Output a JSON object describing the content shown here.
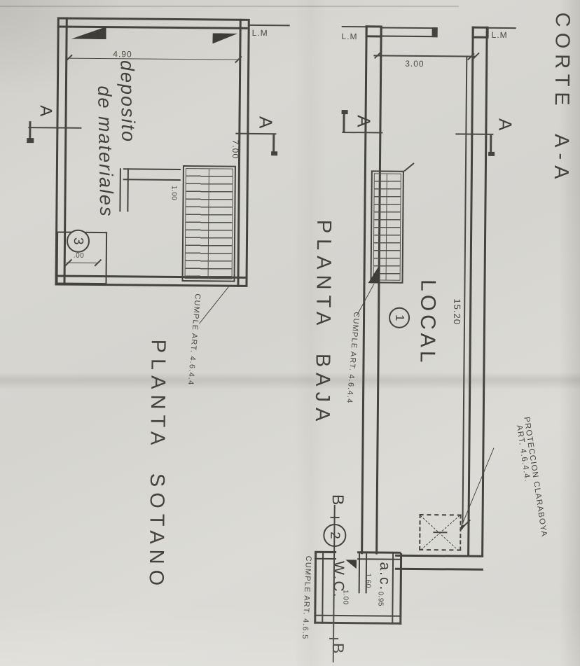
{
  "titles": {
    "corte": "CORTE  A-A",
    "planta_baja": "PLANTA  BAJA",
    "planta_sotano": "PLANTA  SOTANO"
  },
  "rooms": {
    "local": "LOCAL",
    "local_no": "1",
    "deposito_line1": "deposito",
    "deposito_line2": "de materiales",
    "deposito_no": "3",
    "wc": "W.C.",
    "ac": "a.c.",
    "unit_no": "2"
  },
  "markers": {
    "section_a": "A",
    "section_b": "B",
    "lm": "L.M"
  },
  "dimensions": {
    "front_width": "3.00",
    "local_depth": "15.20",
    "sotano_width": "4.90",
    "sotano_length": "7.00",
    "passage": "1.00",
    "room3": ".00",
    "wc_width": "1.00",
    "ac_width": "0.95",
    "ac_depth": "1,60"
  },
  "notes": {
    "protec_line1": "PROTECCION  CLARABOYA",
    "protec_line2": "ART. 4.6.4.4.",
    "cumple_baja": "CUMPLE  ART.  4.6.4.4",
    "cumple_sotano": "CUMPLE  ART.  4.6.4.4",
    "cumple_wc": "CUMPLE  ART.  4.6.5"
  },
  "colors": {
    "paper": "#d7d6d1",
    "ink": "#45433d"
  }
}
